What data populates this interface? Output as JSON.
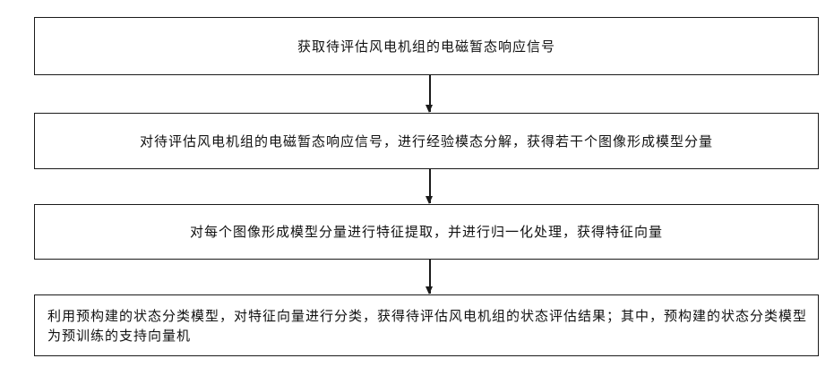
{
  "flowchart": {
    "steps": [
      {
        "text": "获取待评估风电机组的电磁暂态响应信号"
      },
      {
        "text": "对待评估风电机组的电磁暂态响应信号，进行经验模态分解，获得若干个图像形成模型分量"
      },
      {
        "text": "对每个图像形成模型分量进行特征提取，并进行归一化处理，获得特征向量"
      },
      {
        "text": "利用预构建的状态分类模型，对特征向量进行分类，获得待评估风电机组的状态评估结果；其中，预构建的状态分类模型为预训练的支持向量机"
      }
    ]
  }
}
